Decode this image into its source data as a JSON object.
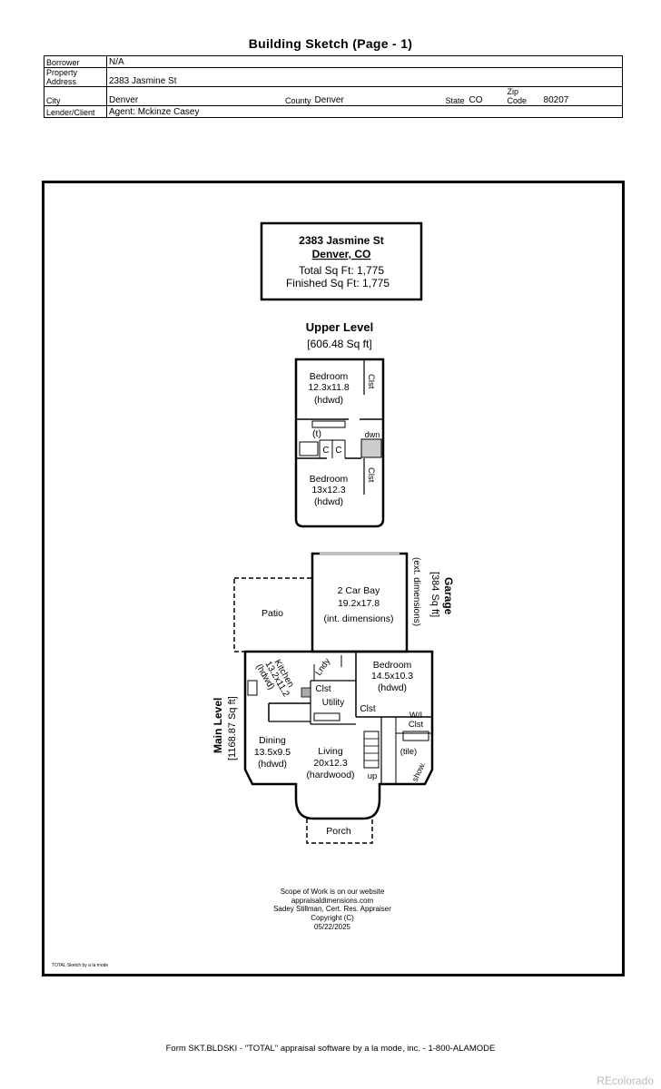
{
  "page": {
    "title": "Building Sketch (Page - 1)"
  },
  "info": {
    "borrower_label": "Borrower",
    "borrower": "N/A",
    "address_label": "Property Address",
    "address": "2383 Jasmine St",
    "city_label": "City",
    "city": "Denver",
    "county_label": "County",
    "county": "Denver",
    "state_label": "State",
    "state": "CO",
    "zip_label": "Zip Code",
    "zip": "80207",
    "lender_label": "Lender/Client",
    "lender": "Agent: Mckinze Casey"
  },
  "sketch": {
    "title_box": {
      "street": "2383 Jasmine St",
      "city": "Denver, CO",
      "total": "Total Sq Ft: 1,775",
      "finished": "Finished Sq Ft: 1,775"
    },
    "upper_level": {
      "name": "Upper Level",
      "area": "[606.48 Sq ft]",
      "bedroom1": [
        "Bedroom",
        "12.3x11.8",
        "(hdwd)"
      ],
      "bedroom2": [
        "Bedroom",
        "13x12.3",
        "(hdwd)"
      ],
      "closet": "Clst",
      "bath": "(t)",
      "c": "C",
      "down": "dwn"
    },
    "garage": {
      "name": "Garage",
      "area": "[384 Sq ft]",
      "ext": "(ext. dimensions)",
      "bay": [
        "2 Car Bay",
        "19.2x17.8",
        "(int. dimensions)"
      ]
    },
    "patio": "Patio",
    "main_level": {
      "name": "Main Level",
      "area": "[1168.87 Sq ft]",
      "kitchen": [
        "Kitchen",
        "13.2x11.2",
        "(hdwd)"
      ],
      "laundry": "Lndy",
      "closet": "Clst",
      "utility": "Utility",
      "bedroom": [
        "Bedroom",
        "14.5x10.3",
        "(hdwd)"
      ],
      "wi_closet": [
        "W/I",
        "Clst"
      ],
      "dining": [
        "Dining",
        "13.5x9.5",
        "(hdwd)"
      ],
      "living": [
        "Living",
        "20x12.3",
        "(hardwood)"
      ],
      "tile": "(tile)",
      "shower": "show.",
      "up": "up",
      "porch": "Porch"
    },
    "credits": [
      "Scope of Work is on our website",
      "appraisaldimensions.com",
      "Sadey Stillman, Cert. Res. Appraiser",
      "Copyright (C)",
      "05/22/2025"
    ],
    "software_note": "TOTAL Sketch by a la mode"
  },
  "footer": "Form SKT.BLDSKI - \"TOTAL\" appraisal software by a la mode, inc. - 1-800-ALAMODE",
  "watermark": "REcolorado"
}
